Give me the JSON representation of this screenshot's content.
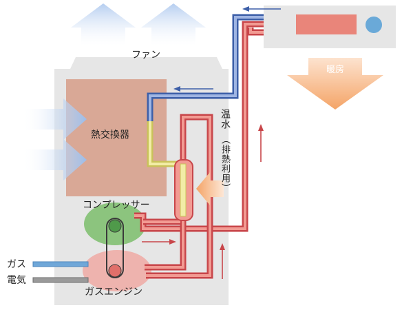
{
  "labels": {
    "fan": "ファン",
    "heat_exchanger": "熱交換器",
    "compressor": "コンプレッサー",
    "gas_engine": "ガスエンジン",
    "gas": "ガス",
    "electricity": "電気",
    "heating": "暖房",
    "hot_water": "温水",
    "hot_water_sub": "（排熱利用）"
  },
  "colors": {
    "unit_body": "#e6e6e6",
    "heat_exchanger": "#d9a896",
    "refrigerant_hot": "#e9857a",
    "refrigerant_cold": "#6b8ccc",
    "refrigerant_liquid": "#eee99a",
    "compressor": "#8cc47e",
    "engine": "#eeb3ae",
    "gas_pipe": "#6fa7d8",
    "electric_wire": "#8a8a8a",
    "flow_arrow_red": "#c8464a",
    "flow_arrow_blue": "#3d5fa8",
    "air_arrow": "#b8cff0",
    "heat_arrow": "#f6b37c",
    "indoor_unit": "#e9857a",
    "indoor_fan": "#6aa9d8"
  }
}
